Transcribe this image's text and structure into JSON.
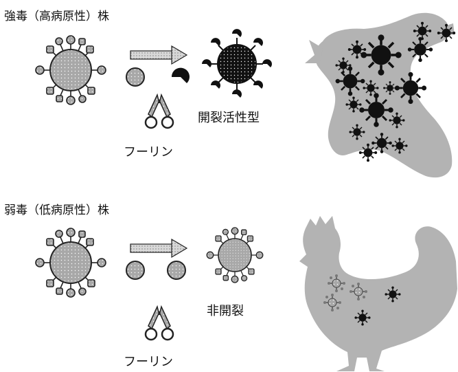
{
  "strong": {
    "heading": "強毒（高病原性）株",
    "enzyme": "フーリン",
    "result": "開裂活性型"
  },
  "weak": {
    "heading": "弱毒（低病原性）株",
    "enzyme": "フーリン",
    "result": "非開裂"
  },
  "colors": {
    "chicken_silhouette": "#b3b3b3",
    "virus_body_gray": "#a8a8a8",
    "virus_body_black": "#111111",
    "outline": "#222222"
  },
  "icons": [
    "virus-particle-icon",
    "arrow-right-icon",
    "scissors-icon",
    "chicken-silhouette-icon"
  ]
}
